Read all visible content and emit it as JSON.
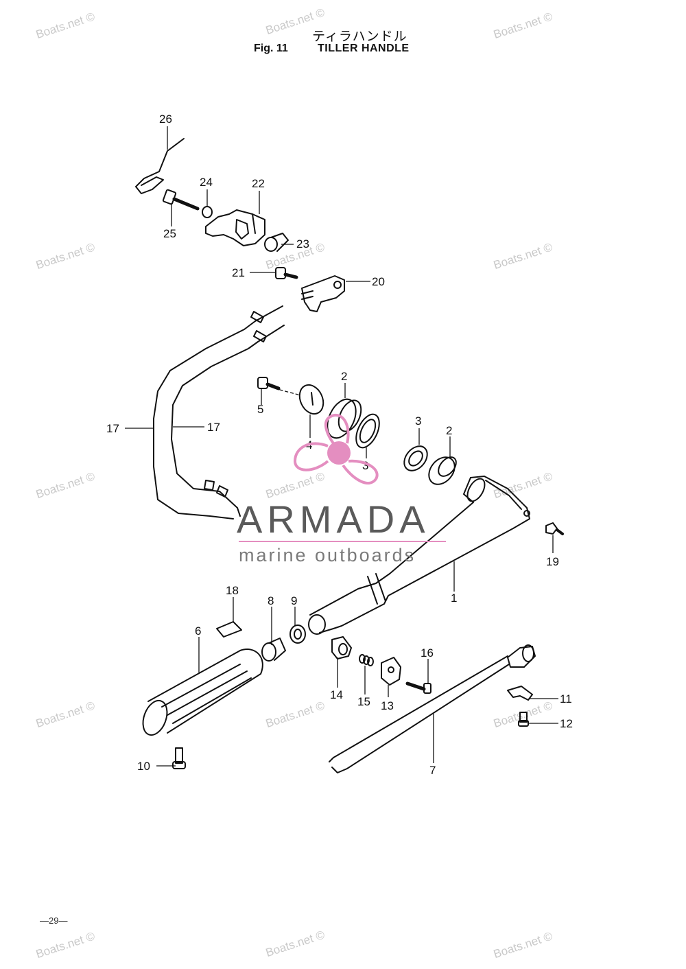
{
  "header": {
    "title_jp": "ティラハンドル",
    "fig_label": "Fig. 11",
    "title": "TILLER HANDLE"
  },
  "page_number": "—29—",
  "watermark": "Boats.net ©",
  "logo": {
    "name": "ARMADA",
    "tagline": "marine outboards",
    "colors": {
      "propeller": "#e48ec0",
      "text": "#5a5a5a",
      "line": "#e48ec0"
    }
  },
  "callouts": [
    "26",
    "24",
    "22",
    "25",
    "23",
    "21",
    "20",
    "2",
    "5",
    "17",
    "17",
    "4",
    "3",
    "3",
    "2",
    "19",
    "1",
    "18",
    "8",
    "9",
    "6",
    "16",
    "14",
    "15",
    "13",
    "11",
    "12",
    "10",
    "7"
  ]
}
